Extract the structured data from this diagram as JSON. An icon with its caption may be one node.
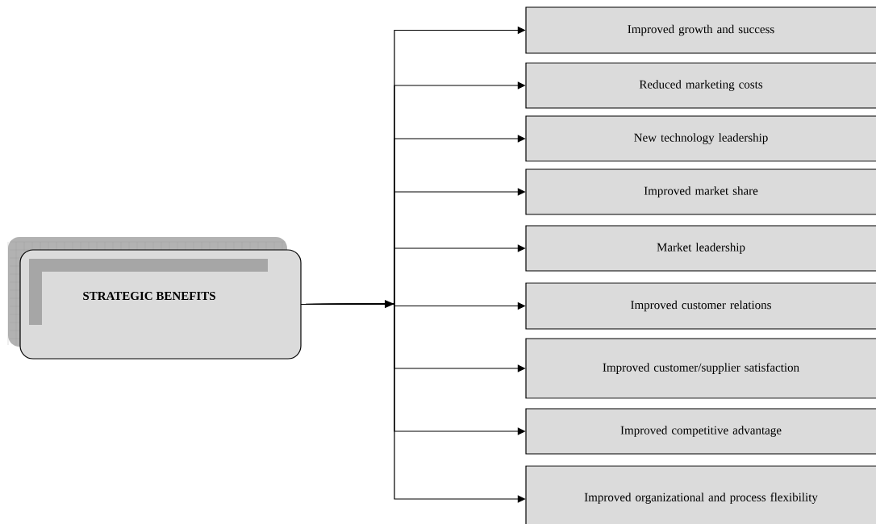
{
  "diagram": {
    "nodes": [
      {
        "text": [
          "STRATEGIC BENEFITS"
        ]
      },
      {
        "text": [
          "Improved growth and success"
        ]
      },
      {
        "text": [
          "Reduced marketing costs"
        ]
      },
      {
        "text": [
          "New technology leadership"
        ]
      },
      {
        "text": [
          "Improved market share"
        ]
      },
      {
        "text": [
          "Market leadership"
        ]
      },
      {
        "text": [
          "Improved customer relations"
        ]
      },
      {
        "text": [
          "Improved customer/supplier satisfaction"
        ]
      },
      {
        "text": [
          "Improved competitive advantage"
        ]
      },
      {
        "text": [
          "Improved organizational and process flexibility"
        ]
      }
    ],
    "edges": [
      {
        "from": 0,
        "to": 1,
        "arrow": "to"
      },
      {
        "from": 0,
        "to": 2,
        "arrow": "to"
      },
      {
        "from": 0,
        "to": 3,
        "arrow": "to"
      },
      {
        "from": 0,
        "to": 4,
        "arrow": "to"
      },
      {
        "from": 0,
        "to": 5,
        "arrow": "to"
      },
      {
        "from": 0,
        "to": 6,
        "arrow": "to"
      },
      {
        "from": 0,
        "to": 7,
        "arrow": "to"
      },
      {
        "from": 0,
        "to": 8,
        "arrow": "to"
      },
      {
        "from": 0,
        "to": 9,
        "arrow": "to"
      }
    ]
  }
}
